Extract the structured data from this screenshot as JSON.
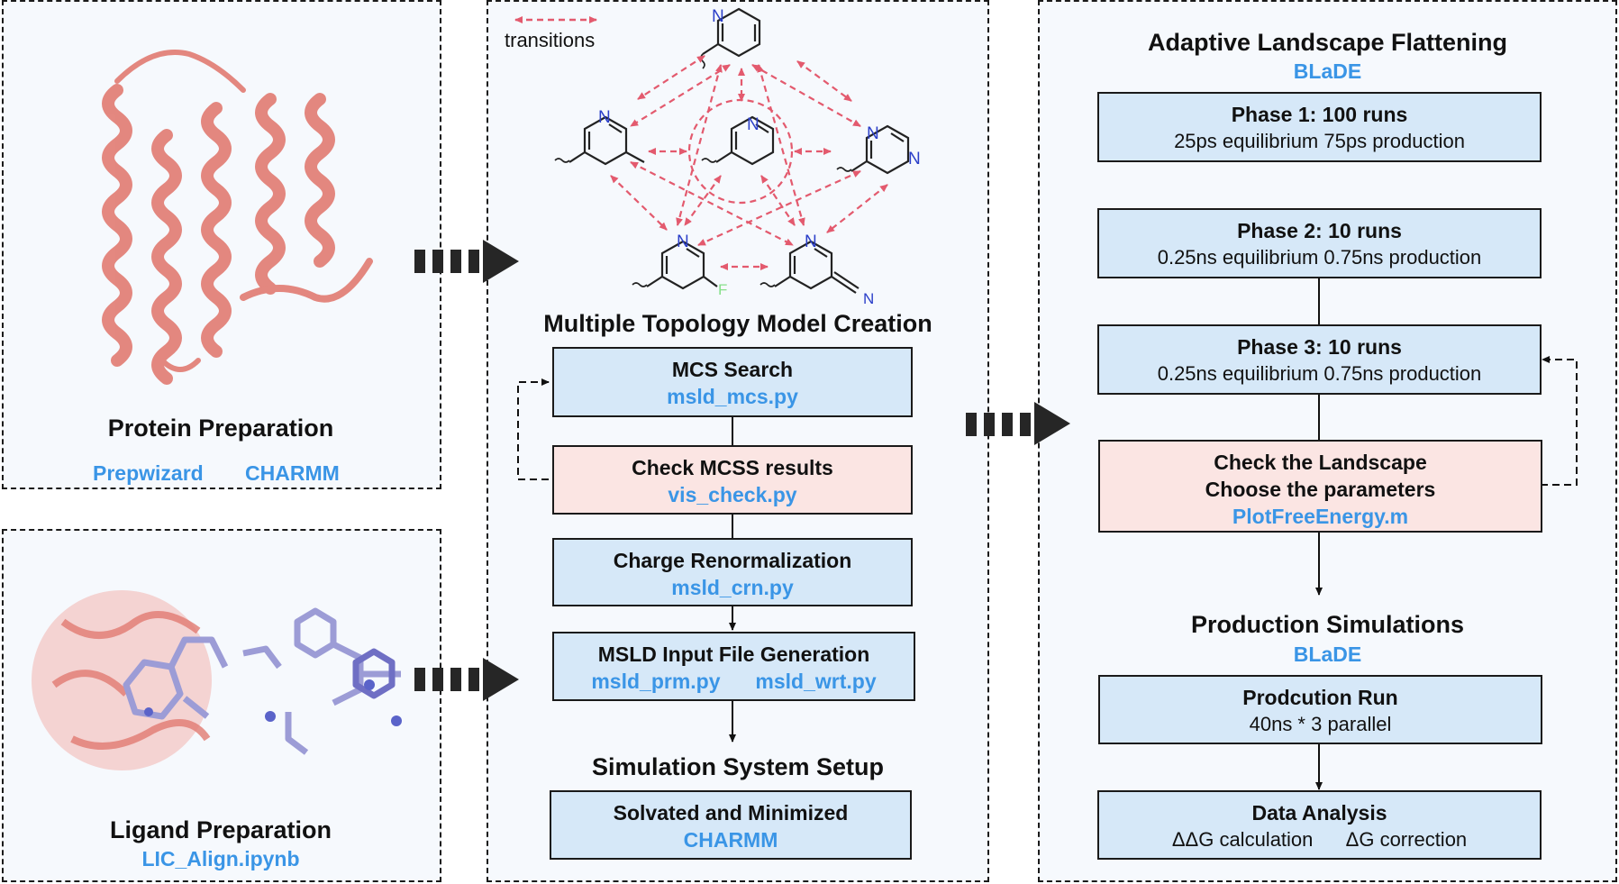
{
  "protein": {
    "title": "Protein Preparation",
    "tool1": "Prepwizard",
    "tool2": "CHARMM"
  },
  "ligand": {
    "title": "Ligand Preparation",
    "tool": "LIC_Align.ipynb"
  },
  "legend": {
    "label": "transitions"
  },
  "molecules": {
    "N": "N",
    "F": "F",
    "CN": "N"
  },
  "mtm": {
    "title": "Multiple Topology Model Creation",
    "mcs": {
      "title": "MCS Search",
      "tool": "msld_mcs.py"
    },
    "check": {
      "title": "Check MCSS results",
      "tool": "vis_check.py"
    },
    "charge": {
      "title": "Charge Renormalization",
      "tool": "msld_crn.py"
    },
    "input": {
      "title": "MSLD Input File Generation",
      "tool1": "msld_prm.py",
      "tool2": "msld_wrt.py"
    }
  },
  "setup": {
    "title": "Simulation System Setup",
    "box": {
      "title": "Solvated and Minimized",
      "tool": "CHARMM"
    }
  },
  "alf": {
    "title": "Adaptive Landscape Flattening",
    "tool": "BLaDE",
    "phase1": {
      "title": "Phase 1: 100 runs",
      "desc": "25ps equilibrium 75ps production"
    },
    "phase2": {
      "title": "Phase 2: 10 runs",
      "desc": "0.25ns equilibrium 0.75ns production"
    },
    "phase3": {
      "title": "Phase 3: 10 runs",
      "desc": "0.25ns equilibrium 0.75ns production"
    },
    "check": {
      "line1": "Check the Landscape",
      "line2": "Choose the parameters",
      "tool": "PlotFreeEnergy.m"
    }
  },
  "production": {
    "title": "Production Simulations",
    "tool": "BLaDE",
    "run": {
      "title": "Prodcution Run",
      "desc": "40ns * 3 parallel"
    },
    "analysis": {
      "title": "Data Analysis",
      "desc1": "ΔΔG calculation",
      "desc2": "ΔG correction"
    }
  },
  "colors": {
    "accent": "#3a95e6",
    "blue_box": "#d6e8f8",
    "pink_box": "#fbe5e3",
    "protein": "#e27b72",
    "ligand": "#a9a9dc",
    "transition": "#e35a6e"
  }
}
